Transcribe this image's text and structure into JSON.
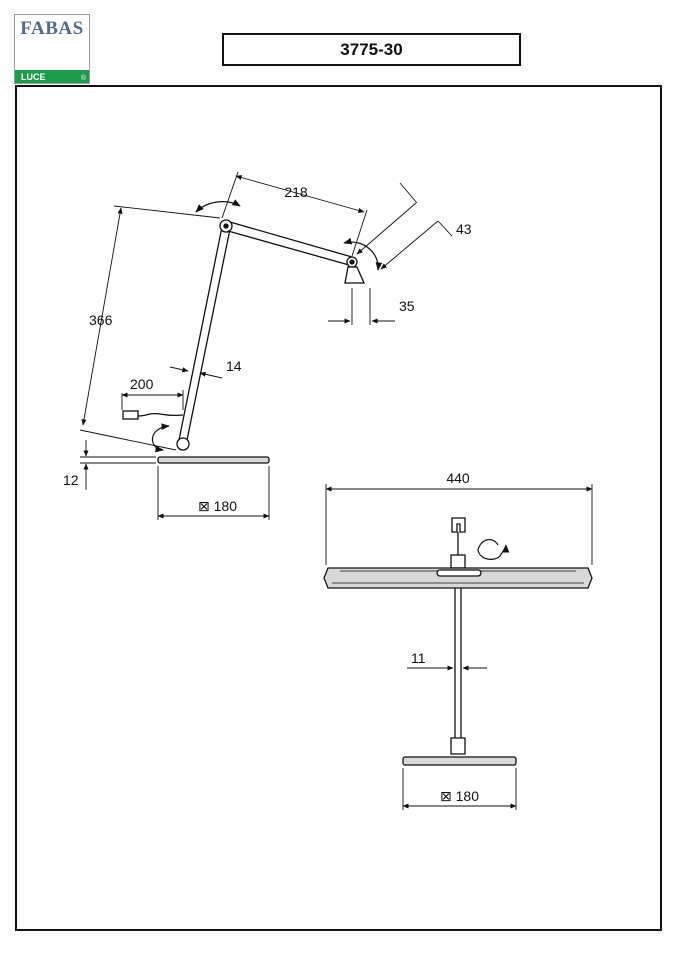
{
  "brand": {
    "name": "FABAS",
    "sub": "LUCE",
    "registered": "®",
    "colors": {
      "text": "#4f6d8a",
      "band": "#1e9a4b"
    }
  },
  "product_code": "3775-30",
  "dimensions": {
    "arm_upper": "218",
    "head_angle": "43",
    "head_width": "35",
    "total_height": "366",
    "arm_width": "14",
    "cable": "200",
    "base_height": "12",
    "base_side": "⊠ 180",
    "top_width": "440",
    "stem_width": "11",
    "front_base_side": "⊠ 180"
  }
}
